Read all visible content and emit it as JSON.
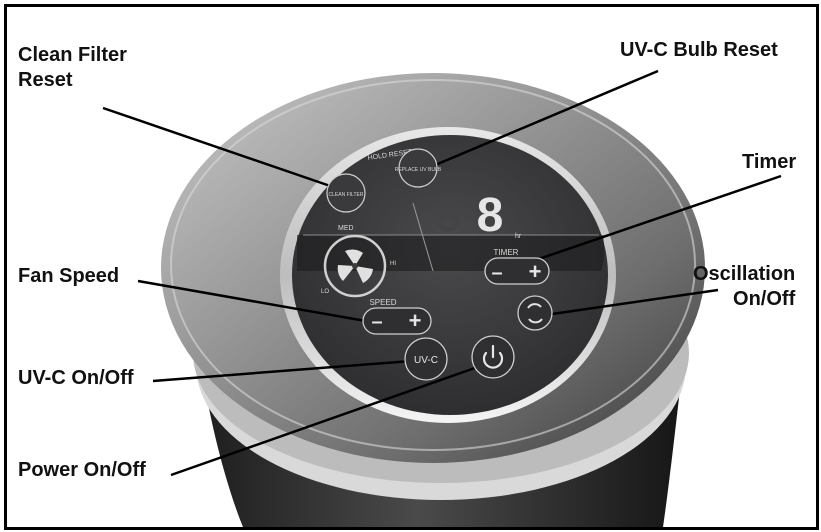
{
  "callouts": {
    "clean_filter_reset": "Clean Filter\nReset",
    "uvc_bulb_reset": "UV-C Bulb Reset",
    "timer": "Timer",
    "fan_speed": "Fan Speed",
    "oscillation": "Oscillation\nOn/Off",
    "uvc_onoff": "UV-C On/Off",
    "power_onoff": "Power On/Off"
  },
  "panel": {
    "hold_reset": "HOLD RESET",
    "clean_filter_btn": "CLEAN FILTER",
    "replace_uv_bulb_btn": "REPLACE UV BULB",
    "display_digit": "8",
    "display_unit": "hr",
    "speed_med": "MED",
    "speed_lo": "LO",
    "speed_hi": "HI",
    "speed_label": "SPEED",
    "timer_label": "TIMER",
    "minus": "–",
    "plus": "+",
    "uvc_btn": "UV-C"
  },
  "colors": {
    "device_silver": "#9a9a9a",
    "panel_dark": "#3c3c3e",
    "panel_text": "#d8d8d8",
    "leader_line": "#000000"
  },
  "icons": {
    "fan": "fan-icon",
    "oscillation": "oscillation-icon",
    "power": "power-icon"
  }
}
